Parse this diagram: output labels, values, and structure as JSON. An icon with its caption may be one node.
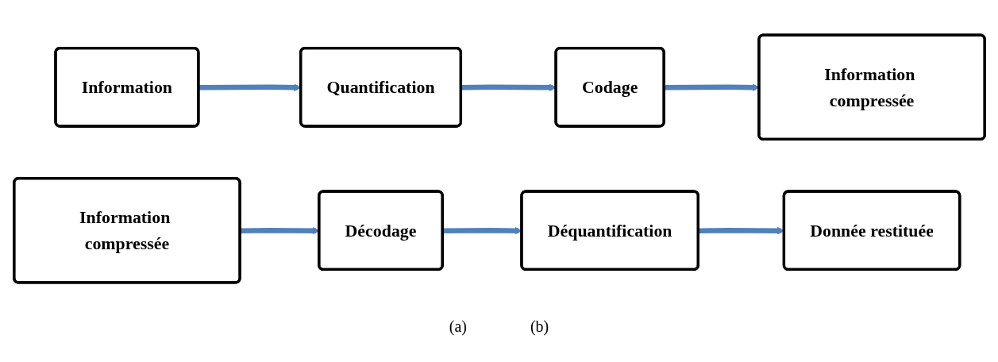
{
  "diagram": {
    "nodes": [
      {
        "text": [
          "Information"
        ]
      },
      {
        "text": [
          "Quantification"
        ]
      },
      {
        "text": [
          "Codage"
        ]
      },
      {
        "text": [
          "Information compressée"
        ]
      },
      {
        "text": [
          "Information compressée"
        ]
      },
      {
        "text": [
          "Décodage"
        ]
      },
      {
        "text": [
          "Déquantification"
        ]
      },
      {
        "text": [
          "Donnée restituée"
        ]
      }
    ],
    "edges": [
      {
        "from": 0,
        "to": 1,
        "arrow": "to"
      },
      {
        "from": 1,
        "to": 2,
        "arrow": "to"
      },
      {
        "from": 2,
        "to": 3,
        "arrow": "to"
      },
      {
        "from": 4,
        "to": 5,
        "arrow": "to"
      },
      {
        "from": 5,
        "to": 6,
        "arrow": "to"
      },
      {
        "from": 6,
        "to": 7,
        "arrow": "to"
      }
    ],
    "labels": [
      "(a)",
      "(b)"
    ]
  }
}
